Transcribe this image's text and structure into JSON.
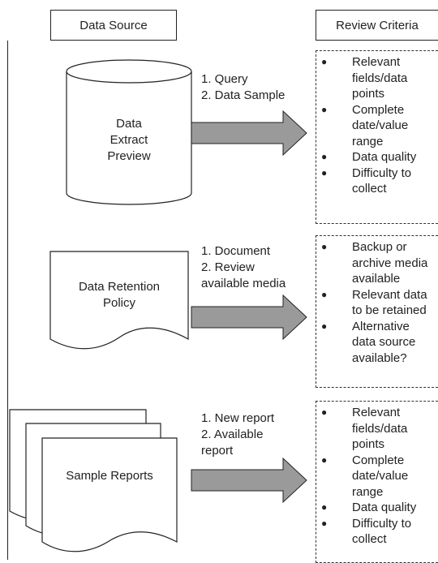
{
  "headers": {
    "data_source": "Data Source",
    "review_criteria": "Review Criteria"
  },
  "rows": [
    {
      "source_lines": [
        "Data",
        "Extract",
        "Preview"
      ],
      "steps": [
        "1. Query",
        "2. Data Sample"
      ],
      "criteria": [
        [
          "Relevant",
          "fields/data",
          "points"
        ],
        [
          "Complete",
          "date/value",
          "range"
        ],
        [
          "Data quality"
        ],
        [
          "Difficulty to",
          "collect"
        ]
      ]
    },
    {
      "source_lines": [
        "Data Retention",
        "Policy"
      ],
      "steps": [
        "1. Document",
        "2. Review",
        "available media"
      ],
      "criteria": [
        [
          "Backup or",
          "archive media",
          "available"
        ],
        [
          "Relevant data",
          "to be retained"
        ],
        [
          "Alternative",
          "data source",
          "available?"
        ]
      ]
    },
    {
      "source_lines": [
        "Sample Reports"
      ],
      "steps": [
        "1. New report",
        "2. Available",
        "report"
      ],
      "criteria": [
        [
          "Relevant",
          "fields/data",
          "points"
        ],
        [
          "Complete",
          "date/value",
          "range"
        ],
        [
          "Data quality"
        ],
        [
          "Difficulty to",
          "collect"
        ]
      ]
    }
  ],
  "colors": {
    "arrow_fill": "#9a9a9a",
    "stroke": "#222222"
  }
}
